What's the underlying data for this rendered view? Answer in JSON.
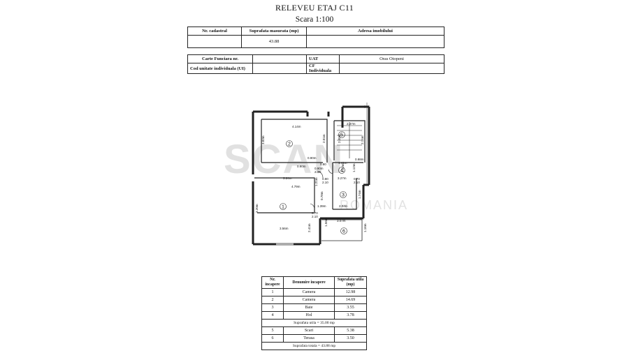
{
  "header": {
    "title": "RELEVEU ETAJ C11",
    "scale": "Scara 1:100"
  },
  "info_table_1": {
    "nr_cadastral_label": "Nr. cadastral",
    "nr_cadastral_value": "",
    "suprafata_label": "Suprafata masurata (mp)",
    "suprafata_value": "43.88",
    "adresa_label": "Adresa imobilului",
    "adresa_value": ""
  },
  "info_table_2": {
    "carte_label": "Carte Funciara nr.",
    "carte_value": "",
    "uat_label": "UAT",
    "uat_value": "Oras Otopeni",
    "cod_label": "Cod unitate individuala (UI)",
    "cod_value": "",
    "cf_label": "CF Individuala",
    "cf_value": ""
  },
  "watermark": {
    "logo": "SCAN",
    "sub": "ROMANIA"
  },
  "plan": {
    "dims": {
      "d1": "4.14m",
      "d2": "3.83m",
      "d3": "2.01m",
      "d4": "2.37m",
      "d5": "2.00m",
      "d6": "2.14m",
      "d7": "0.90m",
      "d8": "1.41m",
      "d9": "0.98m",
      "d10": "1.12m",
      "d11": "3.24m",
      "d12": "3.27m",
      "d13": "4.79m",
      "d14": "3.20m",
      "d15": "1.74m",
      "d16": "2.04m",
      "d17": "1.39m",
      "d18": "3.56m",
      "d19": "2.41m",
      "d20": "3.07m",
      "d21": "1.16m",
      "d22": "0.90m",
      "d23": "1.22m",
      "d24": "1.56m",
      "d25": "0.80",
      "d26": "2.10",
      "d27": "0.70",
      "d28": "2.10",
      "d29": "0.70",
      "d30": "2.10",
      "d31": "0.90m",
      "d32": "2.10",
      "d33": "0.78m",
      "d34": "1.21m",
      "d35": "0.80"
    },
    "room_numbers": {
      "r1": "1",
      "r2": "2",
      "r3": "3",
      "r4": "4",
      "r5": "5",
      "r6": "6"
    }
  },
  "rooms_table": {
    "headers": [
      "Nr. incapere",
      "Denumire incapere",
      "Suprafata utila (mp)"
    ],
    "rows": [
      {
        "nr": "1",
        "name": "Camera",
        "area": "12.98"
      },
      {
        "nr": "2",
        "name": "Camera",
        "area": "14.69"
      },
      {
        "nr": "3",
        "name": "Baie",
        "area": "3.55"
      },
      {
        "nr": "4",
        "name": "Hol",
        "area": "3.78"
      }
    ],
    "subtotal": "Suprafata utila = 35.00 mp",
    "rows2": [
      {
        "nr": "5",
        "name": "Scari",
        "area": "5.38"
      },
      {
        "nr": "6",
        "name": "Terasa",
        "area": "3.50"
      }
    ],
    "total": "Suprafata totala = 43.88 mp"
  }
}
